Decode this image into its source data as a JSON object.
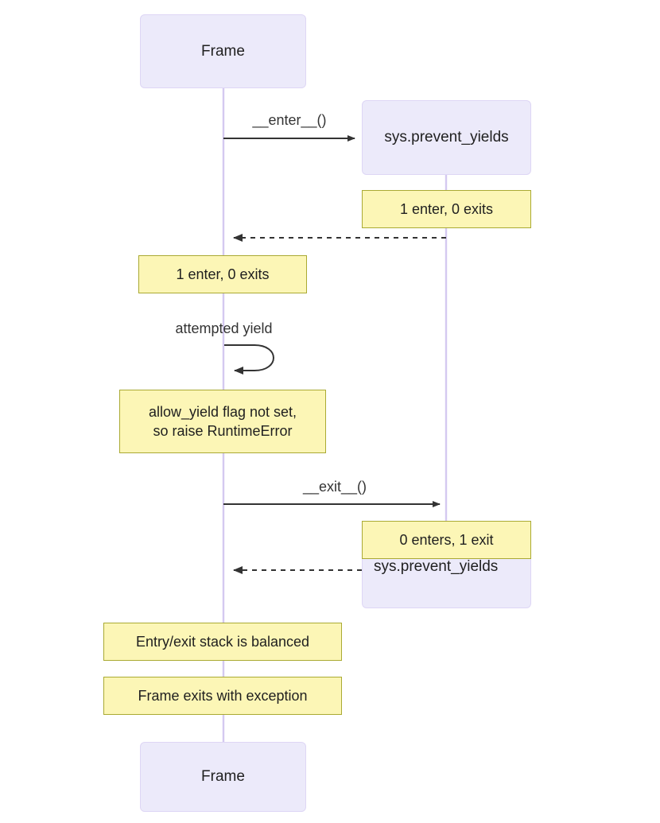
{
  "diagram": {
    "type": "sequence-diagram",
    "background_color": "#ffffff",
    "colors": {
      "participant_fill": "#ECEAFA",
      "participant_border": "#ded6f5",
      "note_fill": "#FCF6B6",
      "note_border": "#AAAA33",
      "lifeline": "#d4c9f0",
      "arrow": "#333333",
      "text": "#1f1f1f"
    },
    "participants": [
      {
        "id": "frame-top",
        "label": "Frame"
      },
      {
        "id": "sys-top",
        "label": "sys.prevent_yields"
      },
      {
        "id": "sys-bottom",
        "label": "sys.prevent_yields"
      },
      {
        "id": "frame-bottom",
        "label": "Frame"
      }
    ],
    "messages": [
      {
        "id": "enter-call",
        "label": "__enter__()",
        "style": "solid",
        "direction": "right"
      },
      {
        "id": "enter-return",
        "label": "",
        "style": "dashed",
        "direction": "left"
      },
      {
        "id": "attempted-yield",
        "label": "attempted yield",
        "style": "self-loop",
        "direction": "left"
      },
      {
        "id": "exit-call",
        "label": "__exit__()",
        "style": "solid",
        "direction": "right"
      },
      {
        "id": "exit-return",
        "label": "",
        "style": "dashed",
        "direction": "left"
      }
    ],
    "notes": [
      {
        "id": "note-sys-enter",
        "text": "1 enter, 0 exits",
        "side": "right"
      },
      {
        "id": "note-frame-enter",
        "text": "1 enter, 0 exits",
        "side": "left"
      },
      {
        "id": "note-runtime-error",
        "text": "allow_yield flag not set,\nso raise RuntimeError",
        "side": "left"
      },
      {
        "id": "note-sys-exit",
        "text": "0 enters, 1 exit",
        "side": "right"
      },
      {
        "id": "note-balanced",
        "text": "Entry/exit stack is balanced",
        "side": "left"
      },
      {
        "id": "note-frame-exception",
        "text": "Frame exits with exception",
        "side": "left"
      }
    ]
  }
}
